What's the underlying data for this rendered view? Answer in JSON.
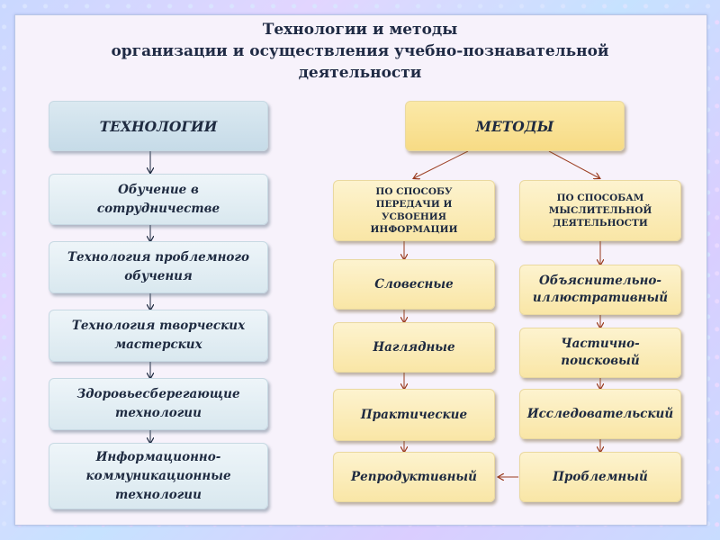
{
  "title": {
    "line1": "Технологии и методы",
    "line2": "организации и осуществления учебно-познавательной",
    "line3": "деятельности"
  },
  "technologies": {
    "header": "ТЕХНОЛОГИИ",
    "items": [
      "Обучение в сотрудничестве",
      "Технология проблемного обучения",
      "Технология творческих мастерских",
      "Здоровьесберегающие технологии",
      "Информационно-коммуникационные технологии"
    ]
  },
  "methods": {
    "header": "МЕТОДЫ",
    "left": {
      "header": "ПО СПОСОБУ ПЕРЕДАЧИ И УСВОЕНИЯ ИНФОРМАЦИИ",
      "items": [
        "Словесные",
        "Наглядные",
        "Практические",
        "Репродуктивный"
      ]
    },
    "right": {
      "header": "ПО СПОСОБАМ МЫСЛИТЕЛЬНОЙ ДЕЯТЕЛЬНОСТИ",
      "items": [
        "Объяснительно-иллюстративный",
        "Частично-поисковый",
        "Исследовательский",
        "Проблемный"
      ]
    }
  },
  "colors": {
    "technology_box": "#dbe9f1",
    "method_box": "#f9e6a6",
    "technology_arrow": "#1e2a40",
    "method_arrow": "#9a3b1e"
  }
}
